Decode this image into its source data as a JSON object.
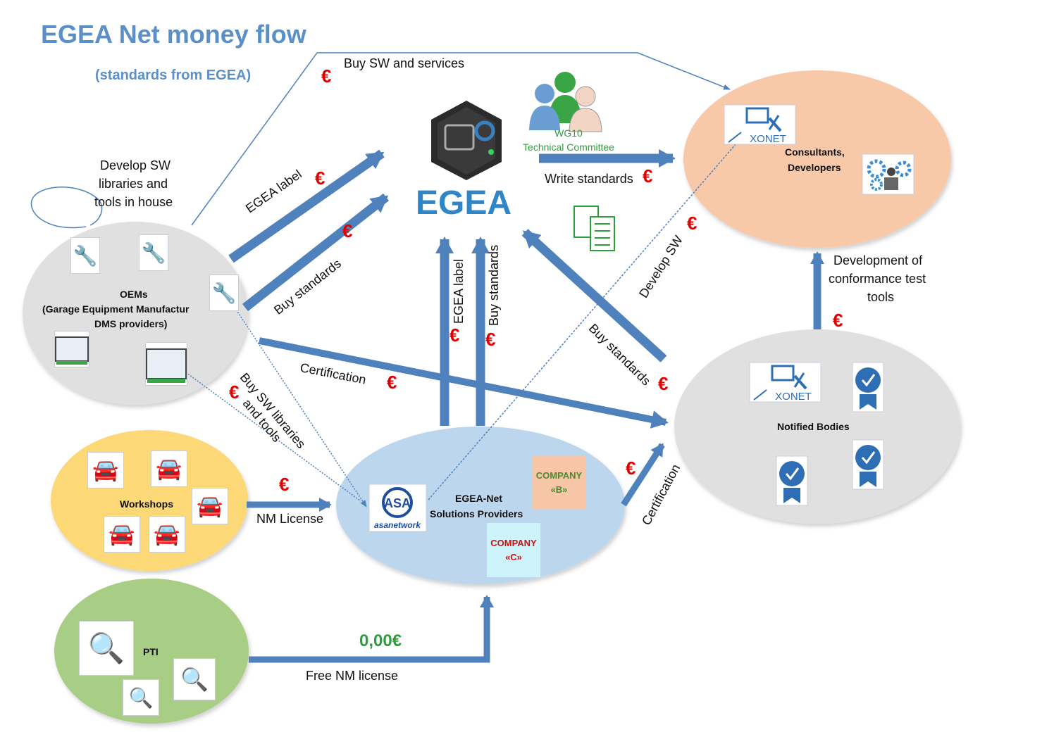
{
  "title": "EGEA Net money flow",
  "subtitle": "(standards from EGEA)",
  "currency_symbol": "€",
  "colors": {
    "title": "#5b8fc7",
    "arrow": "#4f81bd",
    "euro": "#e00000",
    "free": "#2e9e3a"
  },
  "nodes": {
    "oems": {
      "line1": "OEMs",
      "line2": "(Garage Equipment Manufactur",
      "line3": "DMS providers)"
    },
    "workshops": {
      "label": "Workshops"
    },
    "pti": {
      "label": "PTI"
    },
    "providers": {
      "line1": "EGEA-Net",
      "line2": "Solutions Providers",
      "asa_logo": "ASA",
      "asa_text": "asanetwork",
      "company_b_1": "COMPANY",
      "company_b_2": "«B»",
      "company_c_1": "COMPANY",
      "company_c_2": "«C»"
    },
    "consultants": {
      "line1": "Consultants,",
      "line2": "Developers"
    },
    "notified": {
      "label": "Notified Bodies"
    },
    "egea": {
      "logo_text": "EGEA"
    },
    "wg10": {
      "line1": "WG10",
      "line2": "Technical Committee"
    },
    "axonet_text": "XONET"
  },
  "flows": {
    "buy_sw_services": "Buy SW and services",
    "develop_sw_inhouse_1": "Develop SW",
    "develop_sw_inhouse_2": "libraries and",
    "develop_sw_inhouse_3": "tools in house",
    "egea_label_oem": "EGEA label",
    "buy_standards_oem": "Buy standards",
    "write_standards": "Write standards",
    "egea_label_provider": "EGEA label",
    "buy_standards_provider": "Buy standards",
    "develop_sw": "Develop SW",
    "buy_standards_nb": "Buy standards",
    "certification_oem": "Certification",
    "buy_sw_libraries_1": "Buy SW libraries",
    "buy_sw_libraries_2": "and tools",
    "nm_license": "NM License",
    "certification_provider": "Certification",
    "development_conformance_1": "Development of",
    "development_conformance_2": "conformance test",
    "development_conformance_3": "tools",
    "free_price": "0,00€",
    "free_nm_license": "Free NM license"
  },
  "icons": {
    "tools": "wrench-icon",
    "computer": "computer-icon",
    "car": "car-service-icon",
    "search_car": "car-inspection-icon",
    "badge": "certification-badge-icon",
    "document": "specs-document-icon",
    "people": "people-group-icon",
    "gears": "gears-developer-icon"
  }
}
